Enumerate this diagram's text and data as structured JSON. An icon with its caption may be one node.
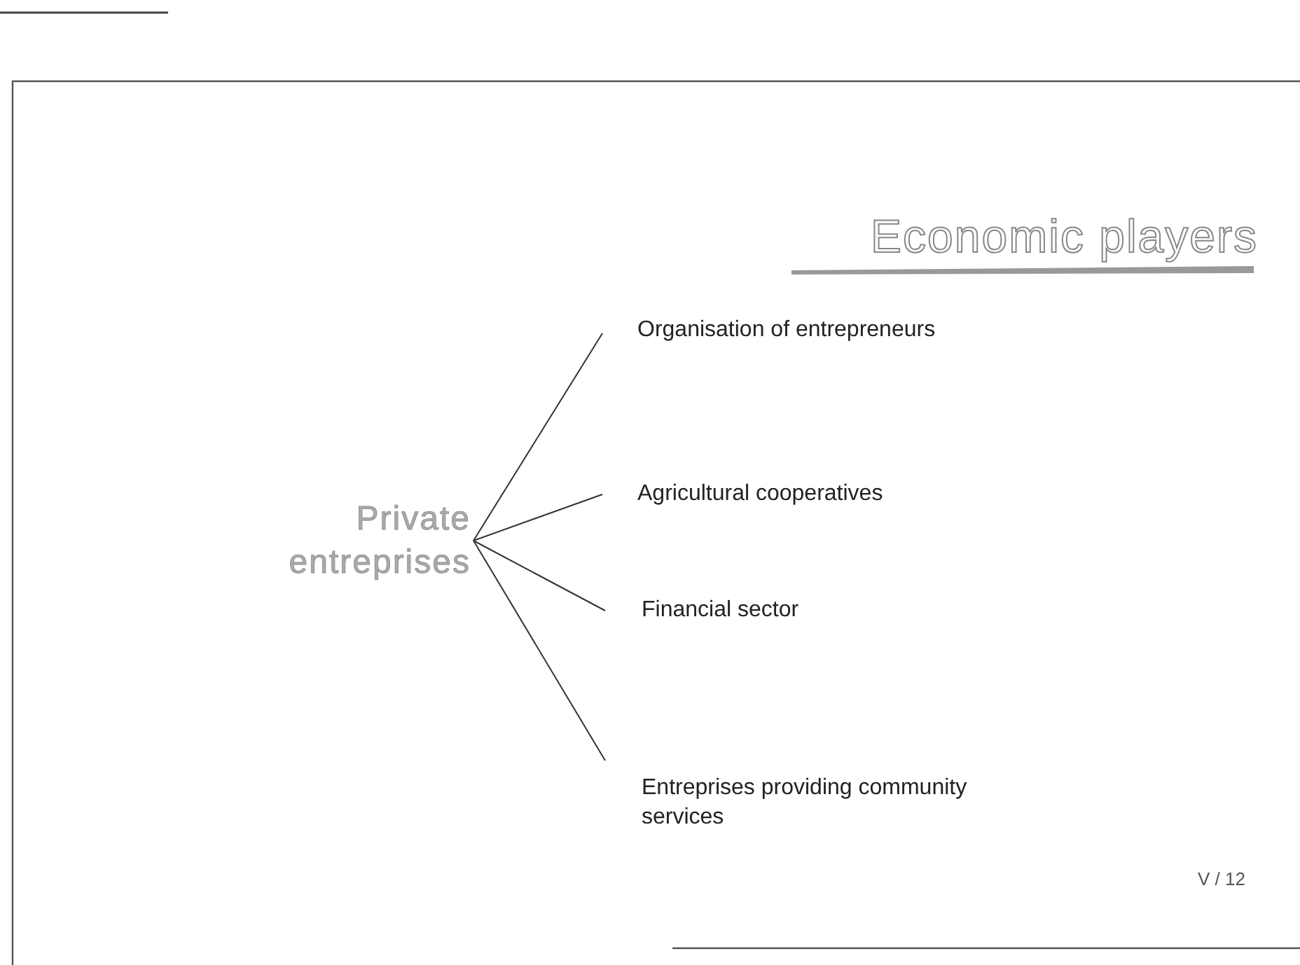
{
  "diagram": {
    "title": "Economic players",
    "nodes": [
      {
        "text": [
          "Private entreprises"
        ]
      },
      {
        "text": [
          "Organisation of entrepreneurs"
        ]
      },
      {
        "text": [
          "Agricultural cooperatives"
        ]
      },
      {
        "text": [
          "Financial sector"
        ]
      },
      {
        "text": [
          "Entreprises providing community services"
        ]
      }
    ],
    "edges": [
      {
        "from": 0,
        "to": 1,
        "arrow": "none"
      },
      {
        "from": 0,
        "to": 2,
        "arrow": "none"
      },
      {
        "from": 0,
        "to": 3,
        "arrow": "none"
      },
      {
        "from": 0,
        "to": 4,
        "arrow": "none"
      }
    ],
    "labels": [
      "V / 12"
    ]
  }
}
